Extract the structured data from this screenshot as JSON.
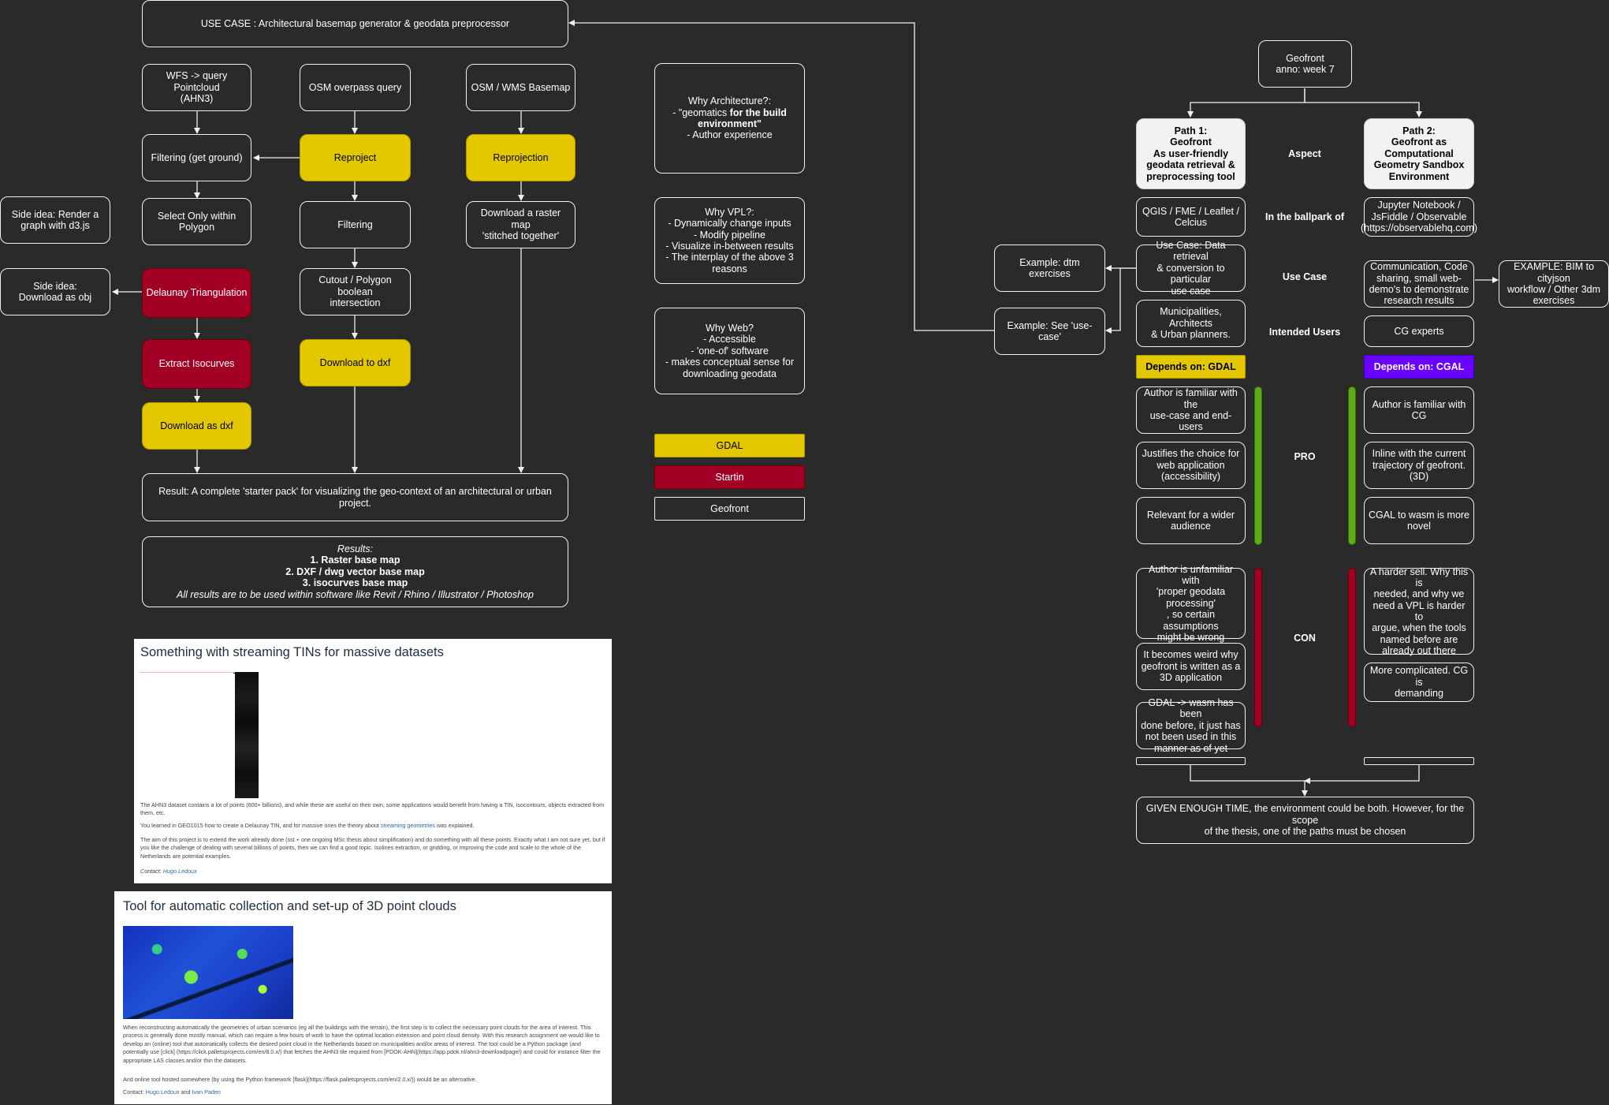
{
  "left": {
    "use_case": "USE CASE : Architectural basemap generator & geodata preprocessor",
    "wfs": "WFS -> query Pointcloud\n(AHN3)",
    "osm_overpass": "OSM overpass query",
    "osm_wms": "OSM / WMS Basemap",
    "filtering_ground": "Filtering (get ground)",
    "reproject": "Reproject",
    "reprojection": "Reprojection",
    "select_polygon": "Select Only within\nPolygon",
    "filtering": "Filtering",
    "download_raster": "Download a raster map\n'stitched together'",
    "side_d3": "Side idea: Render a\ngraph with d3.js",
    "side_obj": "Side idea:\nDownload as obj",
    "delaunay": "Delaunay Triangulation",
    "cutout": "Cutout / Polygon boolean\nintersection",
    "extract_iso": "Extract Isocurves",
    "download_dxf_1": "Download to dxf",
    "download_dxf_2": "Download as dxf",
    "result": "Result: A complete 'starter pack' for visualizing the geo-context of an architectural or urban project.",
    "results_title": "Results:",
    "results_items": [
      "1. Raster base map",
      "2. DXF / dwg vector base map",
      "3. isocurves base map"
    ],
    "results_note": "All results are to be used within software like Revit / Rhino / Illustrator / Photoshop"
  },
  "why": {
    "architecture_title": "Why Architecture?:",
    "architecture_pre": "- \"geomatics ",
    "architecture_bold": "for the build environment\"",
    "architecture_post": "- Author experience",
    "vpl": "Why VPL?:\n- Dynamically change inputs\n- Modify pipeline\n- Visualize in-between results\n- The interplay of the above 3\nreasons",
    "web": "Why Web?\n- Accessible\n- 'one-of' software\n- makes conceptual sense for\ndownloading geodata"
  },
  "legend": {
    "gdal": "GDAL",
    "startin": "Startin",
    "geofront": "Geofront"
  },
  "right": {
    "geofront": "Geofront\nanno: week 7",
    "path1": "Path 1:\nGeofront\nAs user-friendly\ngeodata retrieval &\npreprocessing tool",
    "path2": "Path 2:\nGeofront as\nComputational\nGeometry Sandbox\nEnvironment",
    "aspect": "Aspect",
    "ballpark_label": "In the ballpark of",
    "ballpark1": "QGIS / FME / Leaflet /\nCelcius",
    "ballpark2": "Jupyter Notebook /\nJsFiddle / Observable\n(https://observablehq.com)",
    "usecase_label": "Use Case",
    "usecase1": "Use Case: Data retrieval\n& conversion to particular\nuse case",
    "usecase2": "Communication, Code\nsharing, small web-\ndemo's to demonstrate\nresearch results",
    "example_dtm": "Example: dtm exercises",
    "example_usecase": "Example: See 'use-case'",
    "example_bim": "EXAMPLE: BIM to cityjson\nworkflow / Other 3dm\nexercises",
    "users_label": "Intended Users",
    "users1": "Municipalities, Architects\n& Urban planners.",
    "users2": "CG experts",
    "depends1": "Depends on: GDAL",
    "depends2": "Depends on: CGAL",
    "pro_label": "PRO",
    "pro1": [
      "Author is familiar with the\nuse-case and end-users",
      "Justifies the choice for\nweb application\n(accessibility)",
      "Relevant for a wider\naudience"
    ],
    "pro2": [
      "Author is familiar with CG",
      "Inline with the current\ntrajectory of geofront.\n(3D)",
      "CGAL to wasm is more\nnovel"
    ],
    "con_label": "CON",
    "con1": [
      "Author is unfamiliar with\n'proper geodata\nprocessing'\n, so certain assumptions\nmight be wrong",
      "It becomes weird why\ngeofront is written as a\n3D application",
      "GDAL -> wasm has been\ndone before, it just has\nnot been used in this\nmanner as of yet"
    ],
    "con2": [
      "A harder sell. Why this is\nneeded, and why we\nneed a VPL is harder to\nargue, when the tools\nnamed before are\nalready out there",
      "More complicated. CG is\ndemanding"
    ],
    "conclusion": "GIVEN ENOUGH TIME, the environment could be both. However, for the scope\nof the thesis, one of the paths must be chosen"
  },
  "panel1": {
    "title": "Something with streaming TINs for massive datasets",
    "p1": "The AHN3 dataset contains a lot of points (600+ billions), and while these are useful on their own, some applications would benefit from having a TIN, isocontours, objects extracted from them, etc.",
    "p2_pre": "You learned in GEO1015 how to create a Delaunay TIN, and for massive ones the theory about ",
    "p2_link": "streaming geometries",
    "p2_post": " was explained.",
    "p3": "The aim of this project is to extend the work already done (sst + one ongoing MSc thesis about simplification) and do something with all these points. Exactly what I am not sure yet, but if you like the challenge of dealing with several billions of points, then we can find a good topic. Isolines extraction, or gridding, or improving the code and scale to the whole of the Netherlands are potential examples.",
    "contact_label": "Contact:",
    "contact_name": "Hugo Ledoux"
  },
  "panel2": {
    "title": "Tool for automatic collection and set-up of 3D point clouds",
    "p1": "When reconstructing automatically the geometries of urban scenarios (eg all the buildings with the terrain), the first step is to collect the necessary point clouds for the area of interest. This process is generally done mostly manual, which can require a few hours of work to have the optimal location extension and point cloud density. With this research assignment we would like to develop an (online) tool that automatically collects the desired point cloud in the Netherlands based on municipalities and/or areas of interest. The tool could be a Python package (and potentially use [click] (https://click.palletsprojects.com/en/8.0.x/) that fetches the AHN3 tile required from [PDOK-AHN](https://app.pdok.nl/ahn3-downloadpage/) and could for instance filter the appropriate LAS classes and/or thin the datasets.",
    "p2": "And online tool hosted somewhere (by using the Python framework [flask](https://flask.palletsprojects.com/en/2.0.x/)) would be an alternative.",
    "contact_label": "Contact:",
    "contact_name1": "Hugo Ledoux",
    "contact_and": " and ",
    "contact_name2": "Ivan Paden"
  }
}
